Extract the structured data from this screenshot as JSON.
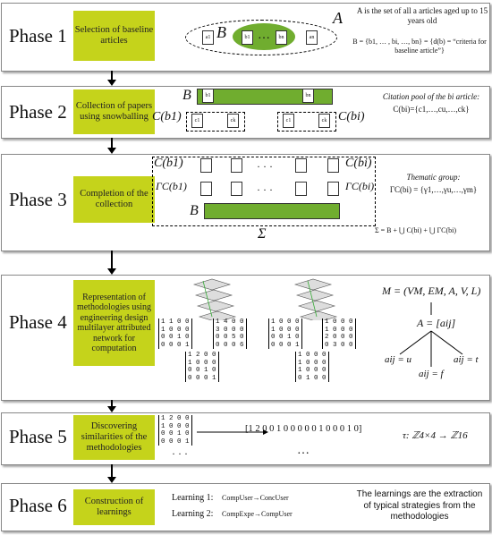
{
  "phases": [
    {
      "label": "Phase 1",
      "box": "Selection of baseline articles"
    },
    {
      "label": "Phase 2",
      "box": "Collection of papers using snowballing"
    },
    {
      "label": "Phase 3",
      "box": "Completion of the collection"
    },
    {
      "label": "Phase 4",
      "box": "Representation of methodologies using engineering design multilayer attributed network for computation"
    },
    {
      "label": "Phase 5",
      "box": "Discovering similarities of the methodologies"
    },
    {
      "label": "Phase 6",
      "box": "Construction of learnings"
    }
  ],
  "p1": {
    "setA": "A",
    "setB": "B",
    "a1": "a1",
    "an": "an",
    "b1": "b1",
    "bn": "bn",
    "dots": "…",
    "note1": "A is the set of all a articles aged up to 15 years old",
    "note2": "B = {b1, … , bi, …, bn} = {d(b) = “criteria for baseline article”}"
  },
  "p2": {
    "B": "B",
    "cb1": "C(b1)",
    "cbi": "C(bi)",
    "b1": "b1",
    "bn": "bn",
    "c1": "c1",
    "ck": "ck",
    "note1": "Citation pool of the bi article:",
    "note2": "C(bi)={c1,…,cu,…,ck}"
  },
  "p3": {
    "cb1": "C(b1)",
    "cbi": "C(bi)",
    "gam1": "ΓC(b1)",
    "gami": "ΓC(bi)",
    "B": "B",
    "sigma": "Σ",
    "note1": "Thematic group:",
    "note2": "ΓC(bi) = {γ1,…,γu,…,γm}",
    "note3": "Σ = B + ⋃ C(bi) + ⋃ ΓC(bi)"
  },
  "p4": {
    "M": "M = (VM, EM, A, V, L)",
    "A": "A = [aij]",
    "u": "aij = u",
    "t": "aij = t",
    "f": "aij = f",
    "m1": "1 1 0 0\n1 0 0 0\n0 0 1 0\n0 0 0 1",
    "m2": "1 4 0 0\n3 0 0 0\n0 0 5 0\n0 0 0 6",
    "m3": "1 2 0 0\n1 0 0 0\n0 0 1 0\n0 0 0 1",
    "m4": "1 0 0 0\n1 0 0 0\n0 0 1 0\n0 0 0 1",
    "m5": "1 0 0 0\n1 0 0 0\n2 0 0 0\n0 3 0 0",
    "m6": "1 0 0 0\n1 0 0 0\n1 0 0 0\n0 1 0 0"
  },
  "p5": {
    "m": "1 2 0 0\n1 0 0 0\n0 0 1 0\n0 0 0 1",
    "vec": "[1 2 0 0 1 0 0 0 0 0 1 0 0 0 1 0]",
    "dots": "…",
    "tau": "τ: ℤ4×4 → ℤ16"
  },
  "p6": {
    "l1": "Learning 1:",
    "l1v": "CompUser→ConcUser",
    "l2": "Learning 2:",
    "l2v": "CompExpe→CompUser",
    "note": "The learnings are the extraction of typical strategies from the methodologies"
  }
}
